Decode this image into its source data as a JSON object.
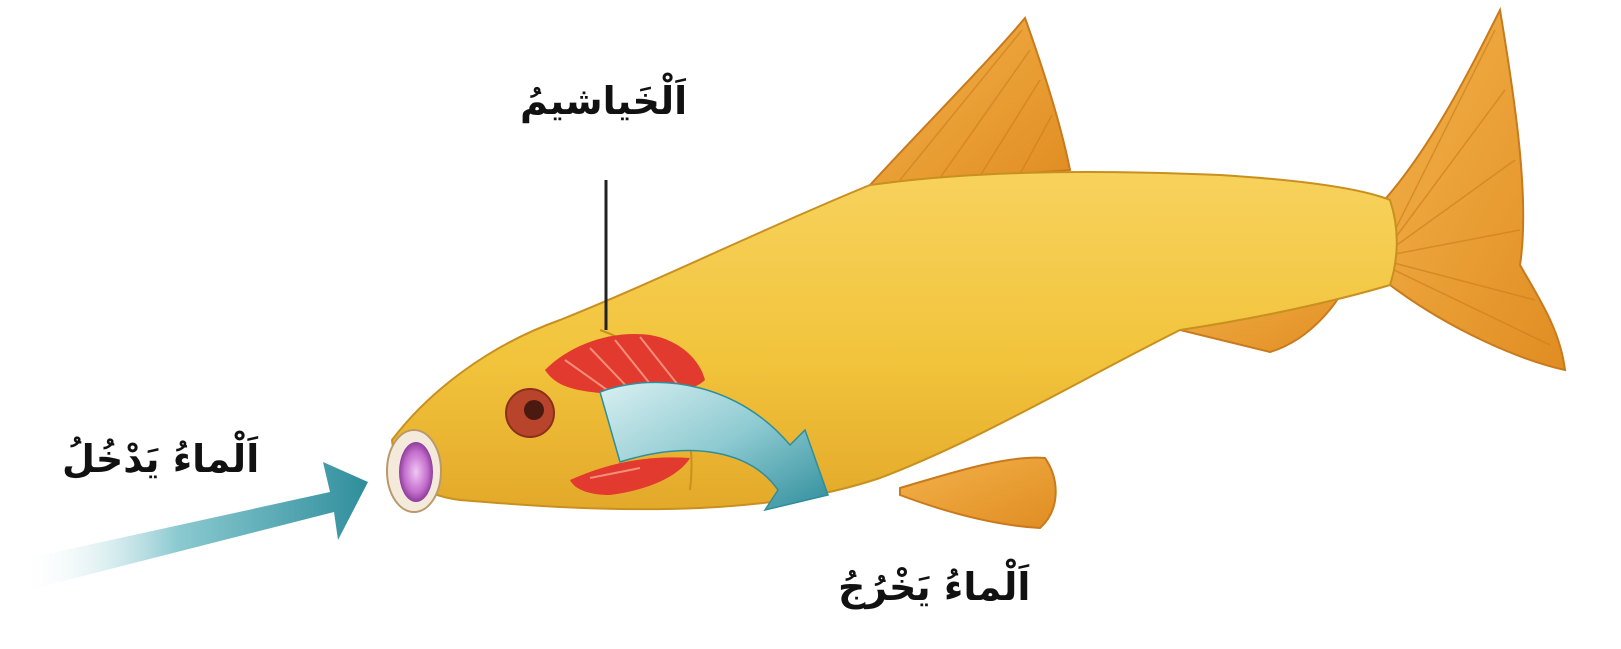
{
  "labels": {
    "gills": "اَلْخَياشيمُ",
    "water_enters": "اَلْماءُ يَدْخُلُ",
    "water_exits": "اَلْماءُ يَخْرُجُ"
  },
  "colors": {
    "fish_body": "#f2c43c",
    "fins": "#eb9e2c",
    "gills": "#e23a2e",
    "water_arrow": "#3e9aa6",
    "water_arrow_light": "#bfe3e6",
    "mouth": "#c77bd0"
  }
}
